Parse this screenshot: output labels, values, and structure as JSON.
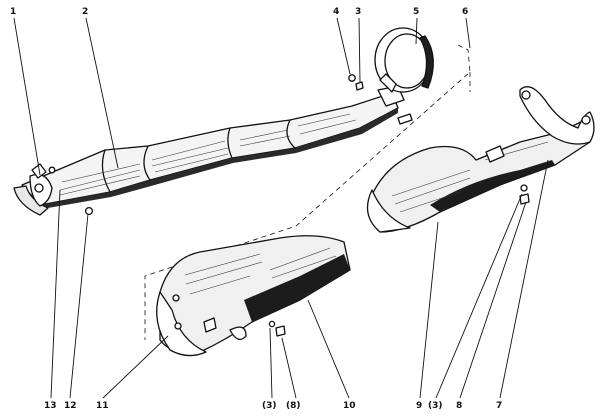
{
  "diagram": {
    "callouts": [
      {
        "id": "c1",
        "text": "1"
      },
      {
        "id": "c2",
        "text": "2"
      },
      {
        "id": "c3a",
        "text": "3"
      },
      {
        "id": "c4",
        "text": "4"
      },
      {
        "id": "c5",
        "text": "5"
      },
      {
        "id": "c6",
        "text": "6"
      },
      {
        "id": "c13",
        "text": "13"
      },
      {
        "id": "c12",
        "text": "12"
      },
      {
        "id": "c11",
        "text": "11"
      },
      {
        "id": "c3b",
        "text": "(3)"
      },
      {
        "id": "c8b",
        "text": "(8)"
      },
      {
        "id": "c10",
        "text": "10"
      },
      {
        "id": "c9",
        "text": "9"
      },
      {
        "id": "c3c",
        "text": "(3)"
      },
      {
        "id": "c8",
        "text": "8"
      },
      {
        "id": "c7",
        "text": "7"
      }
    ]
  }
}
